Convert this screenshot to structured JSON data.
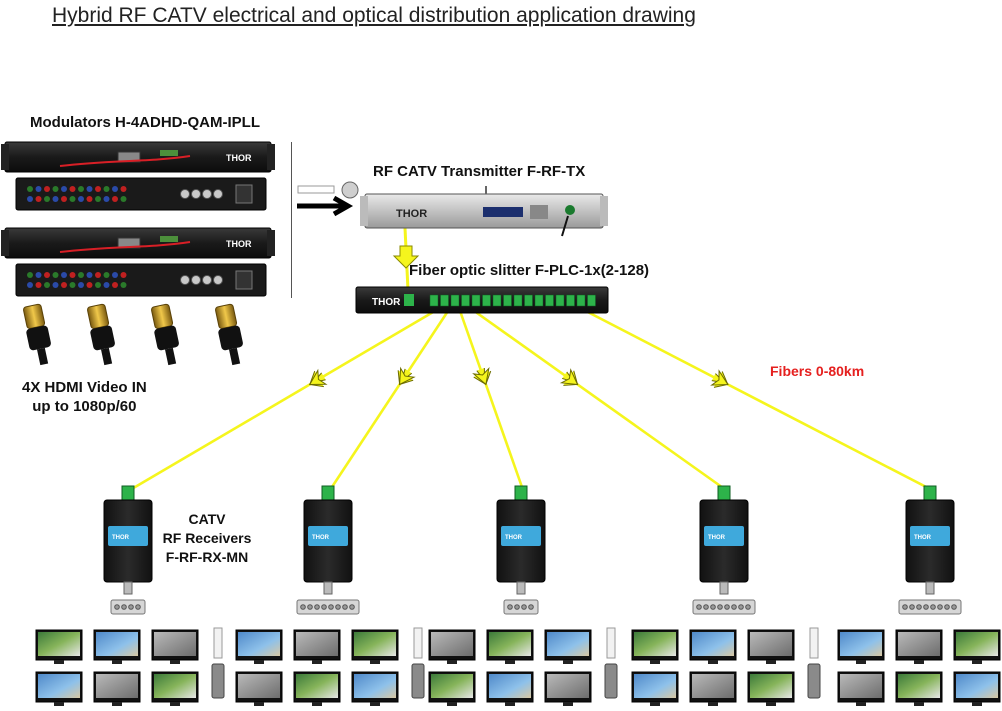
{
  "title": "Hybrid RF CATV  electrical and optical distribution application drawing",
  "modulators": {
    "label": "Modulators H-4ADHD-QAM-IPLL",
    "count": 2
  },
  "hdmi": {
    "label_line1": "4X HDMI Video IN",
    "label_line2": "up to 1080p/60",
    "count": 4
  },
  "transmitter": {
    "label": "RF CATV Transmitter  F-RF-TX"
  },
  "splitter": {
    "label": "Fiber optic slitter F-PLC-1x(2-128)",
    "port_count": 16
  },
  "fibers": {
    "label": "Fibers 0-80km",
    "count": 5
  },
  "receivers": {
    "label_line1": "CATV",
    "label_line2": "RF Receivers",
    "label_line3": "F-RF-RX-MN",
    "count": 5
  },
  "brand": {
    "name": "THOR",
    "accent": "#e8262b"
  },
  "colors": {
    "fiber": "#f5f51d",
    "fiber_label": "#e5201f",
    "device": "#1c1c1c",
    "receiver_panel": "#3fa9dc",
    "connector": "#2db34a"
  }
}
